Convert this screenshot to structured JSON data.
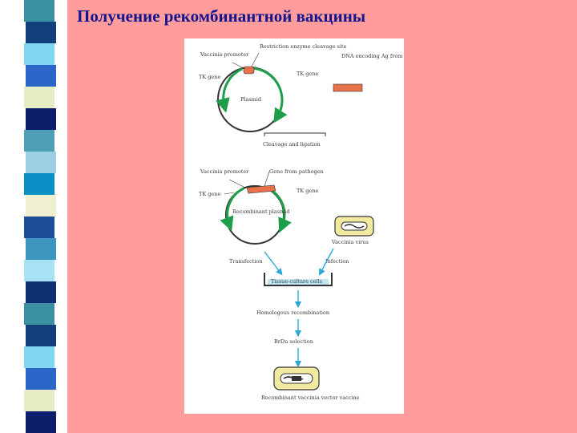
{
  "slide": {
    "title": "Получение рекомбинантной вакцины",
    "background": "#FF9C9C",
    "title_color": "#14148C",
    "stripe_colors": [
      "#3A8FA0",
      "#123E7C",
      "#7FD7F2",
      "#2B66C8",
      "#E6ECC4",
      "#0E1E6A",
      "#4C9FB4",
      "#9AD0E2",
      "#0A8FC4",
      "#F0F0D0",
      "#1E4E9A",
      "#3C96C0",
      "#A9E2F6",
      "#0E2F70"
    ]
  },
  "diagram": {
    "top_section": {
      "vaccinia_promoter": "Vaccinia promoter",
      "tk_gene_left": "TK gene",
      "restriction_site": "Restriction enzyme cleavage site",
      "tk_gene_right": "TK gene",
      "plasmid": "Plasmid",
      "dna_label": "DNA encoding Ag from pathogen",
      "cleavage_ligation": "Cleavage and ligation"
    },
    "middle_section": {
      "vaccinia_promoter": "Vaccinia promoter",
      "tk_gene_left": "TK gene",
      "gene_from_pathogen": "Gene from pathogen",
      "tk_gene_right": "TK gene",
      "recombinant_plasmid": "Recombinant plasmid",
      "vaccinia_virus": "Vaccinia virus"
    },
    "bottom_section": {
      "transfection": "Transfection",
      "infection": "Infection",
      "tissue_culture": "Tissue-culture cells",
      "homologous_recombination": "Homologous recombination",
      "brdu_selection": "BrDu selection",
      "recombinant_vaccine": "Recombinant vaccinia vector vaccine"
    },
    "colors": {
      "green": "#1E9E4A",
      "orange": "#E8734A",
      "blue_arrow": "#29A8D8",
      "virus_yellow": "#F2EAA0"
    }
  }
}
